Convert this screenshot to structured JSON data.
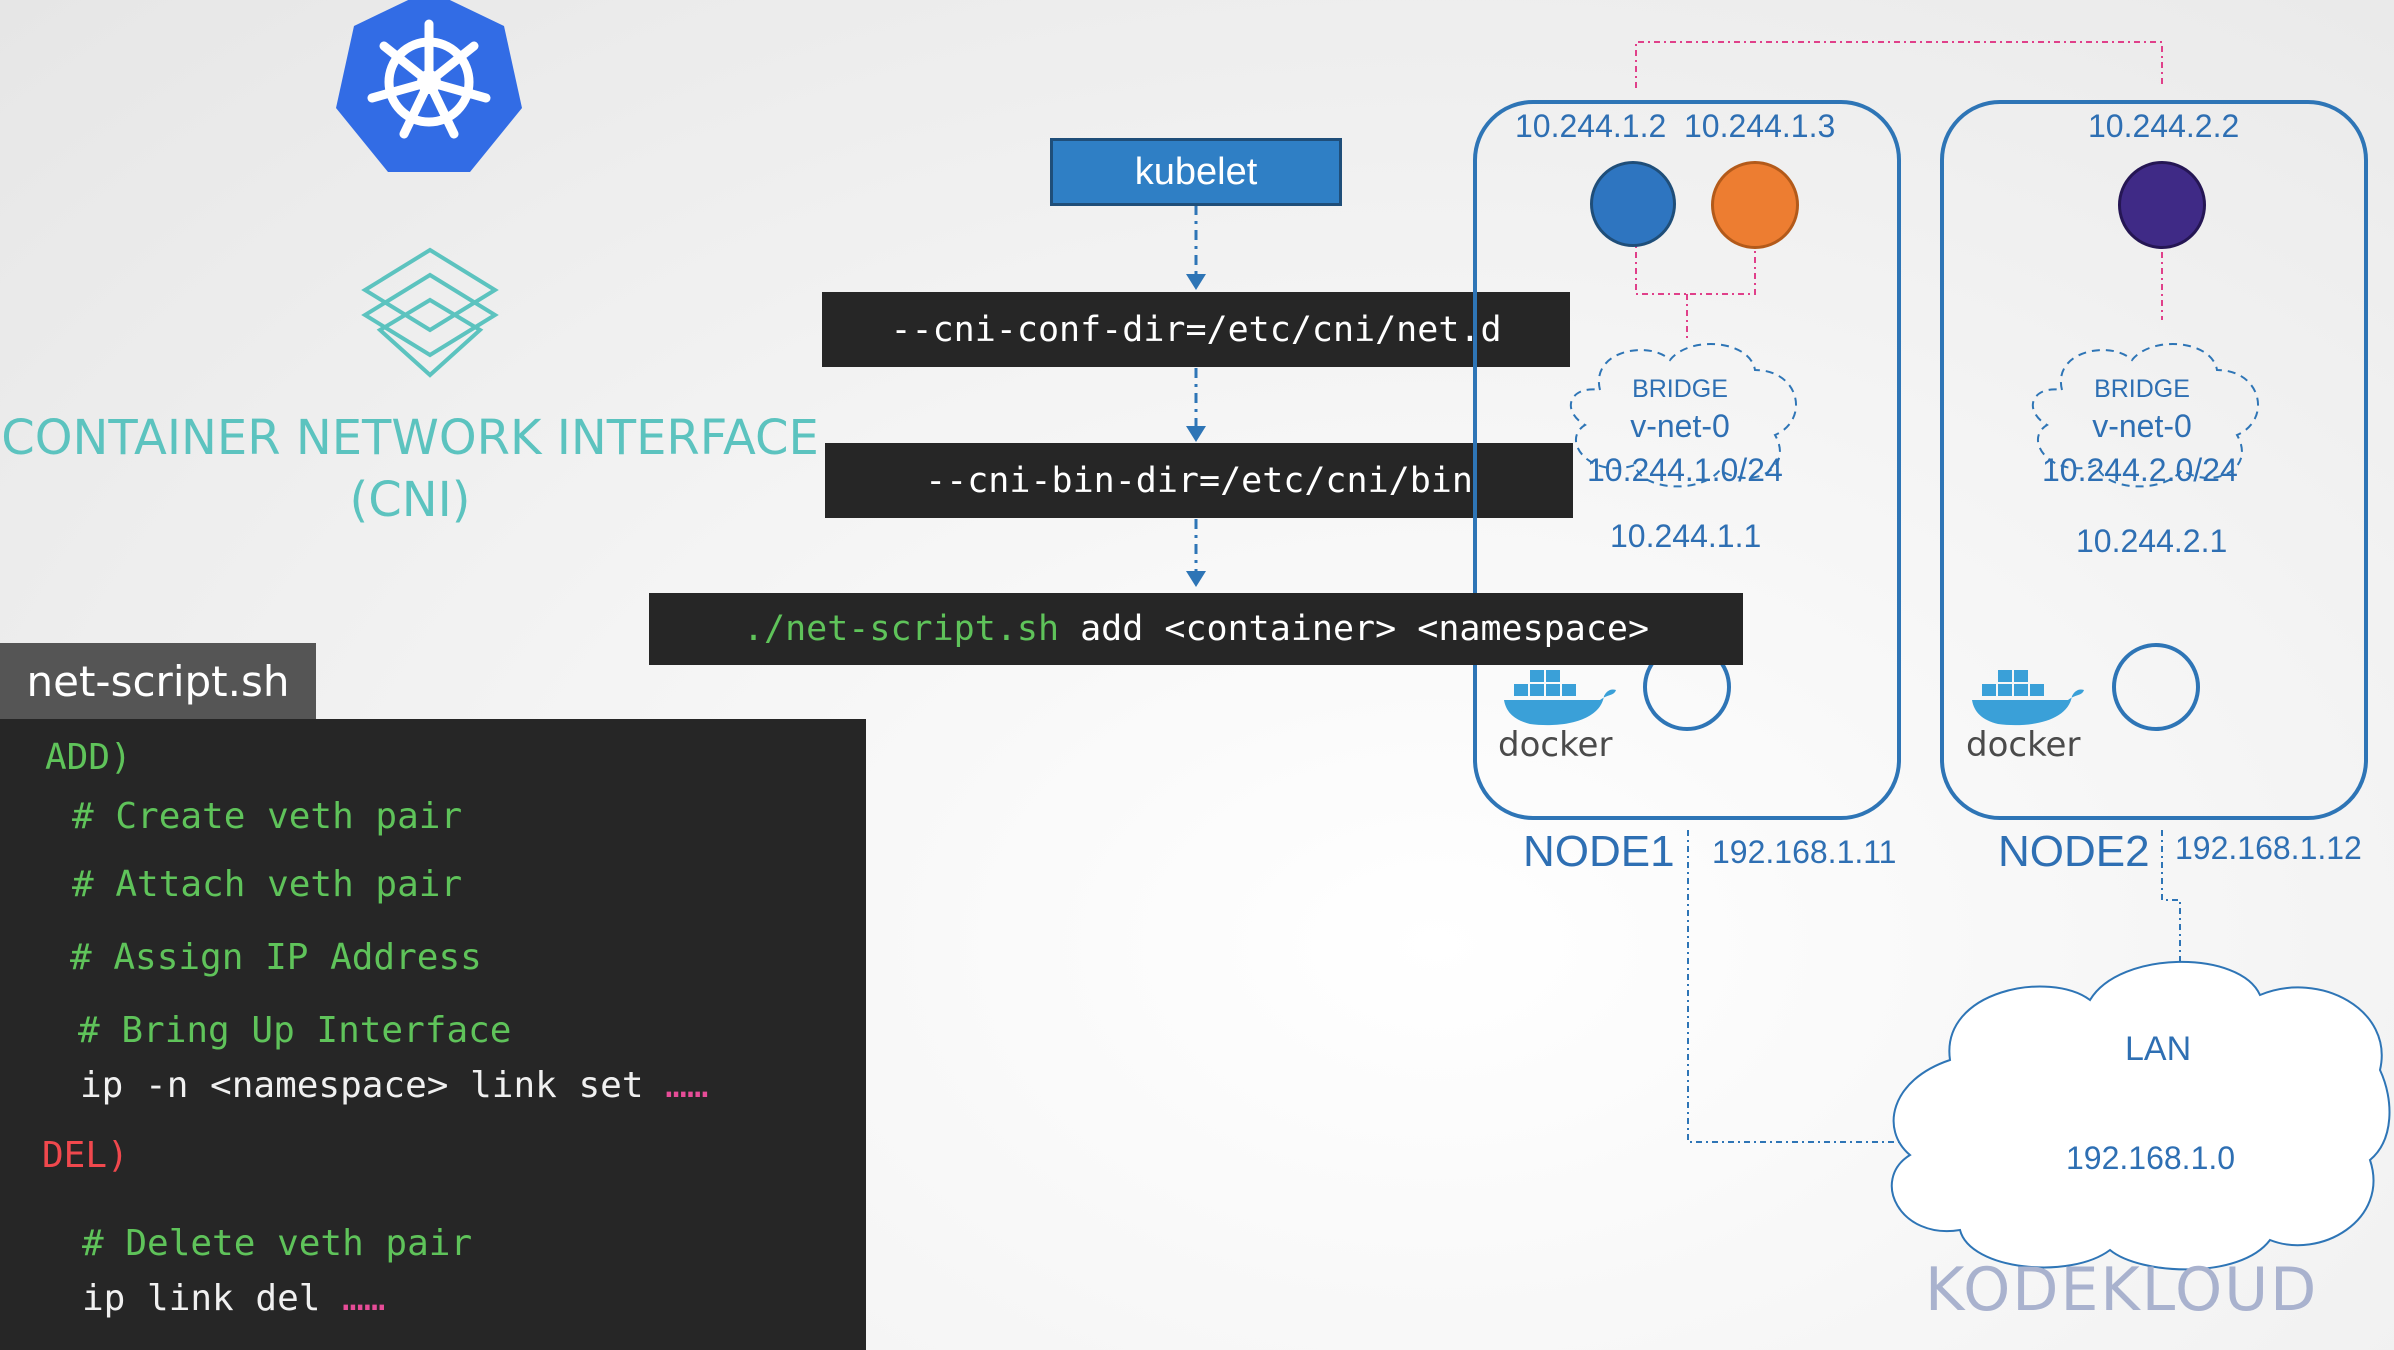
{
  "cni": {
    "title_line1": "CONTAINER NETWORK INTERFACE",
    "title_line2": "(CNI)"
  },
  "flow": {
    "kubelet": "kubelet",
    "conf_dir": "--cni-conf-dir=/etc/cni/net.d",
    "bin_dir": "--cni-bin-dir=/etc/cni/bin",
    "script_cmd": "./net-script.sh",
    "script_args": " add <container> <namespace>"
  },
  "script": {
    "tab_label": "net-script.sh",
    "add_label": "ADD)",
    "c1": "# Create veth pair",
    "c2": "# Attach veth pair",
    "c3": "# Assign IP Address",
    "c4": "# Bring Up Interface",
    "cmd1": "ip -n <namespace> link set",
    "ellipsis": "……",
    "del_label": "DEL)",
    "c5": "# Delete veth pair",
    "cmd2": "ip link del"
  },
  "node1": {
    "label": "NODE1",
    "ip": "192.168.1.11",
    "pod1_ip": "10.244.1.2",
    "pod2_ip": "10.244.1.3",
    "bridge_label": "BRIDGE",
    "bridge_name": "v-net-0",
    "subnet": "10.244.1.0/24",
    "gateway": "10.244.1.1",
    "docker": "docker"
  },
  "node2": {
    "label": "NODE2",
    "ip": "192.168.1.12",
    "pod1_ip": "10.244.2.2",
    "bridge_label": "BRIDGE",
    "bridge_name": "v-net-0",
    "subnet": "10.244.2.0/24",
    "gateway": "10.244.2.1",
    "docker": "docker"
  },
  "lan": {
    "label": "LAN",
    "network": "192.168.1.0"
  },
  "brand": "KODEKLOUD",
  "colors": {
    "node_border": "#2e75b6",
    "pod_blue": "#2e75c0",
    "pod_orange": "#ed7d31",
    "pod_purple": "#3f2a86",
    "pink_link": "#e0408a",
    "cni_teal": "#5cc3bf",
    "code_green": "#5fc35a",
    "code_red": "#f0484d"
  }
}
